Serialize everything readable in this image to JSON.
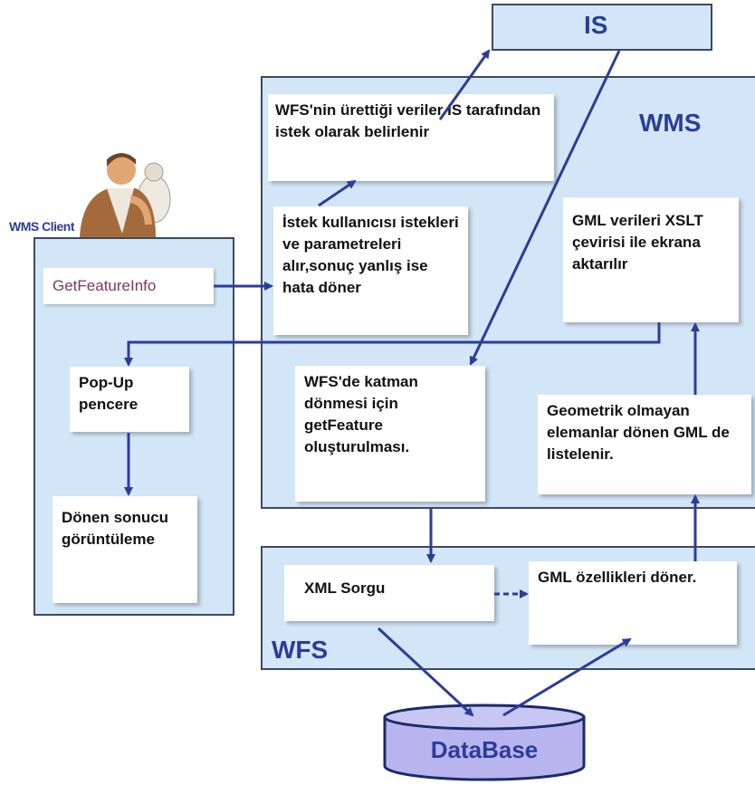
{
  "client": {
    "label": "WMS Client",
    "request": "GetFeatureInfo",
    "popup": "Pop-Up pencere",
    "display": "Dönen sonucu görüntüleme"
  },
  "is": {
    "label": "IS"
  },
  "wms": {
    "label": "WMS",
    "is_note": "WFS'nin ürettiği veriler IS tarafından istek olarak belirlenir",
    "request_handling": "İstek kullanıcısı istekleri ve parametreleri alır,sonuç yanlış ise hata döner",
    "gml_xslt": "GML verileri XSLT çevirisi ile ekrana aktarılır",
    "getfeature": "WFS'de katman dönmesi için getFeature oluşturulması.",
    "nongeo": "Geometrik olmayan elemanlar dönen GML de listelenir."
  },
  "wfs": {
    "label": "WFS",
    "xml_query": "XML Sorgu",
    "gml_props": "GML özellikleri döner."
  },
  "database": {
    "label": "DataBase"
  },
  "colors": {
    "panel": "#d3e6f7",
    "arrow": "#2b3d99",
    "db": "#b8b5ee"
  }
}
